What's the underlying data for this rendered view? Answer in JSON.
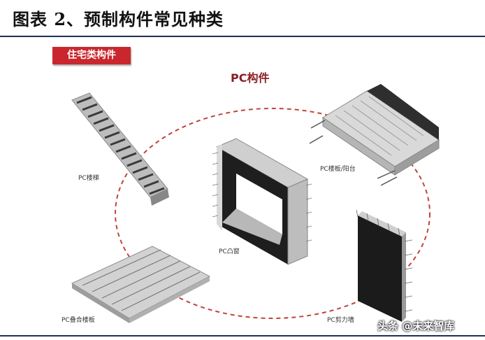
{
  "figure": {
    "title": "图表 2、预制构件常见种类"
  },
  "badge": {
    "text": "住宅类构件"
  },
  "center": {
    "label": "PC构件"
  },
  "components": {
    "stairs": "PC楼梯",
    "balcony": "PC楼板/阳台",
    "window": "PC凸窗",
    "slab": "PC叠合楼板",
    "wall": "PC剪力墙"
  },
  "watermark": {
    "text": "头条 @未来智库"
  },
  "colors": {
    "rule": "#1f2f56",
    "badge": "#c9272d",
    "center_label": "#8a1f24",
    "dashed_circle": "#c0443c"
  }
}
